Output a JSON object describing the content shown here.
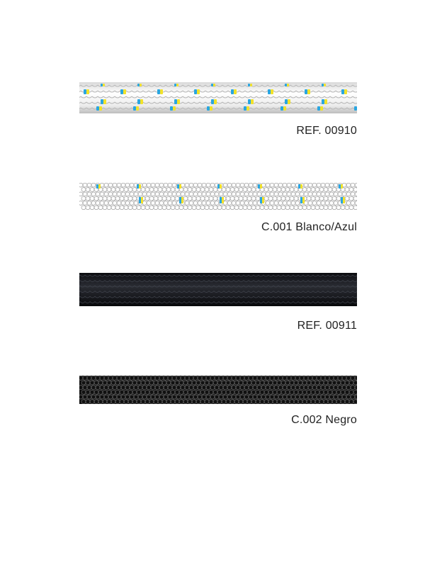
{
  "products": [
    {
      "label": "REF. 00910",
      "kind": "rope-photo",
      "base_color": "#f2f2f2",
      "tracer_colors": [
        "#2aa6e0",
        "#f2e22a"
      ]
    },
    {
      "label": "C.001 Blanco/Azul",
      "kind": "braid-pattern",
      "base_color": "#ffffff",
      "tracer_colors": [
        "#2aa6e0",
        "#f2e22a"
      ]
    },
    {
      "label": "REF. 00911",
      "kind": "rope-photo",
      "base_color": "#1c1d22"
    },
    {
      "label": "C.002 Negro",
      "kind": "braid-pattern",
      "base_color": "#1a1a1a"
    }
  ]
}
